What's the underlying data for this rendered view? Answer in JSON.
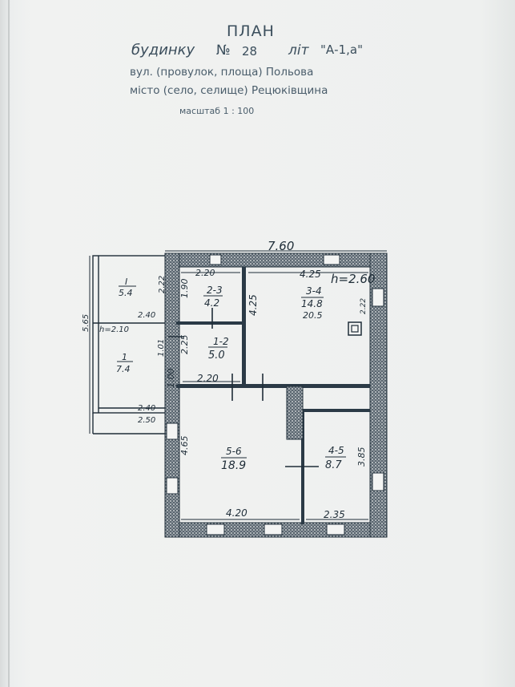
{
  "header": {
    "title": "ПЛАН",
    "building_label": "будинку",
    "number_label": "№",
    "number": "28",
    "letter_label": "літ",
    "letter": "\"А-1,а\"",
    "street_line": "вул. (провулок, площа) Польова",
    "settlement_line": "місто (село, селище) Рецюківщина",
    "scale_line": "масштаб   1 : 100"
  },
  "dimensions": {
    "top_width": "7.60",
    "top_small": "2.20",
    "top_mid": "4.25",
    "height_main": "h=2.60",
    "height_side": "h=2.10",
    "side_left": "5.65",
    "porch_top": "2.40",
    "porch_bottom_a": "2.40",
    "porch_bottom_b": "2.50",
    "corr_width": "2.20",
    "bot_left": "4.20",
    "bot_right": "2.35",
    "v_a": "2.22",
    "v_b": "1.90",
    "v_c": "4.25",
    "v_d": "2.25",
    "v_e": "1.01",
    "v_f": "1.00",
    "v_g": "4.65",
    "v_h": "3.85",
    "v_i": "2.22"
  },
  "rooms": [
    {
      "id": "I-top",
      "label": "I",
      "area": "5.4"
    },
    {
      "id": "I-bottom",
      "label": "1",
      "area": "7.4"
    },
    {
      "id": "2-3",
      "label": "2-3",
      "area": "4.2"
    },
    {
      "id": "1-2",
      "label": "1-2",
      "area": "5.0"
    },
    {
      "id": "3-4",
      "label": "3-4",
      "area": "14.8",
      "extra": "20.5"
    },
    {
      "id": "5-6",
      "label": "5-6",
      "area": "18.9"
    },
    {
      "id": "4-5",
      "label": "4-5",
      "area": "8.7"
    }
  ]
}
